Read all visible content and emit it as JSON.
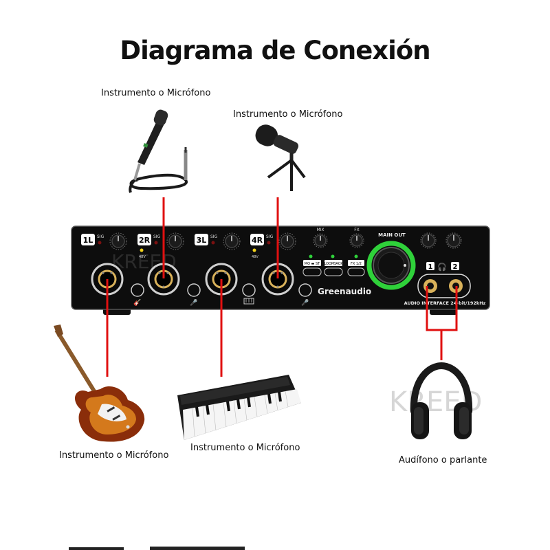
{
  "title": "Diagrama de Conexión",
  "captions": {
    "mic_top_left": "Instrumento o Micrófono",
    "mic_top_right": "Instrumento o Micrófono",
    "guitar": "Instrumento o Micrófono",
    "keyboard": "Instrumento o Micrófono",
    "headphones": "Audífono o parlante"
  },
  "device": {
    "brand": "Greenaudio",
    "watermark": "KREED",
    "channels": [
      "1L",
      "2R",
      "3L",
      "4R"
    ],
    "sig_label": "SIG",
    "phantom_label": "48V",
    "mix_label": "MIX",
    "fx_label": "FX",
    "main_out_label": "MAIN OUT",
    "button_mono_st": "MO ▬ ST",
    "button_loopback": "LOOPBACK",
    "button_fx": "FX 1/2",
    "interface_label": "AUDIO INTERFACE 24-bit/192kHz",
    "hp_1": "1",
    "hp_2": "2"
  },
  "colors": {
    "cable": "#e01010",
    "panel": "#0d0d0d",
    "ring": "#2fd13a",
    "jack_gold": "#d9b25a"
  }
}
